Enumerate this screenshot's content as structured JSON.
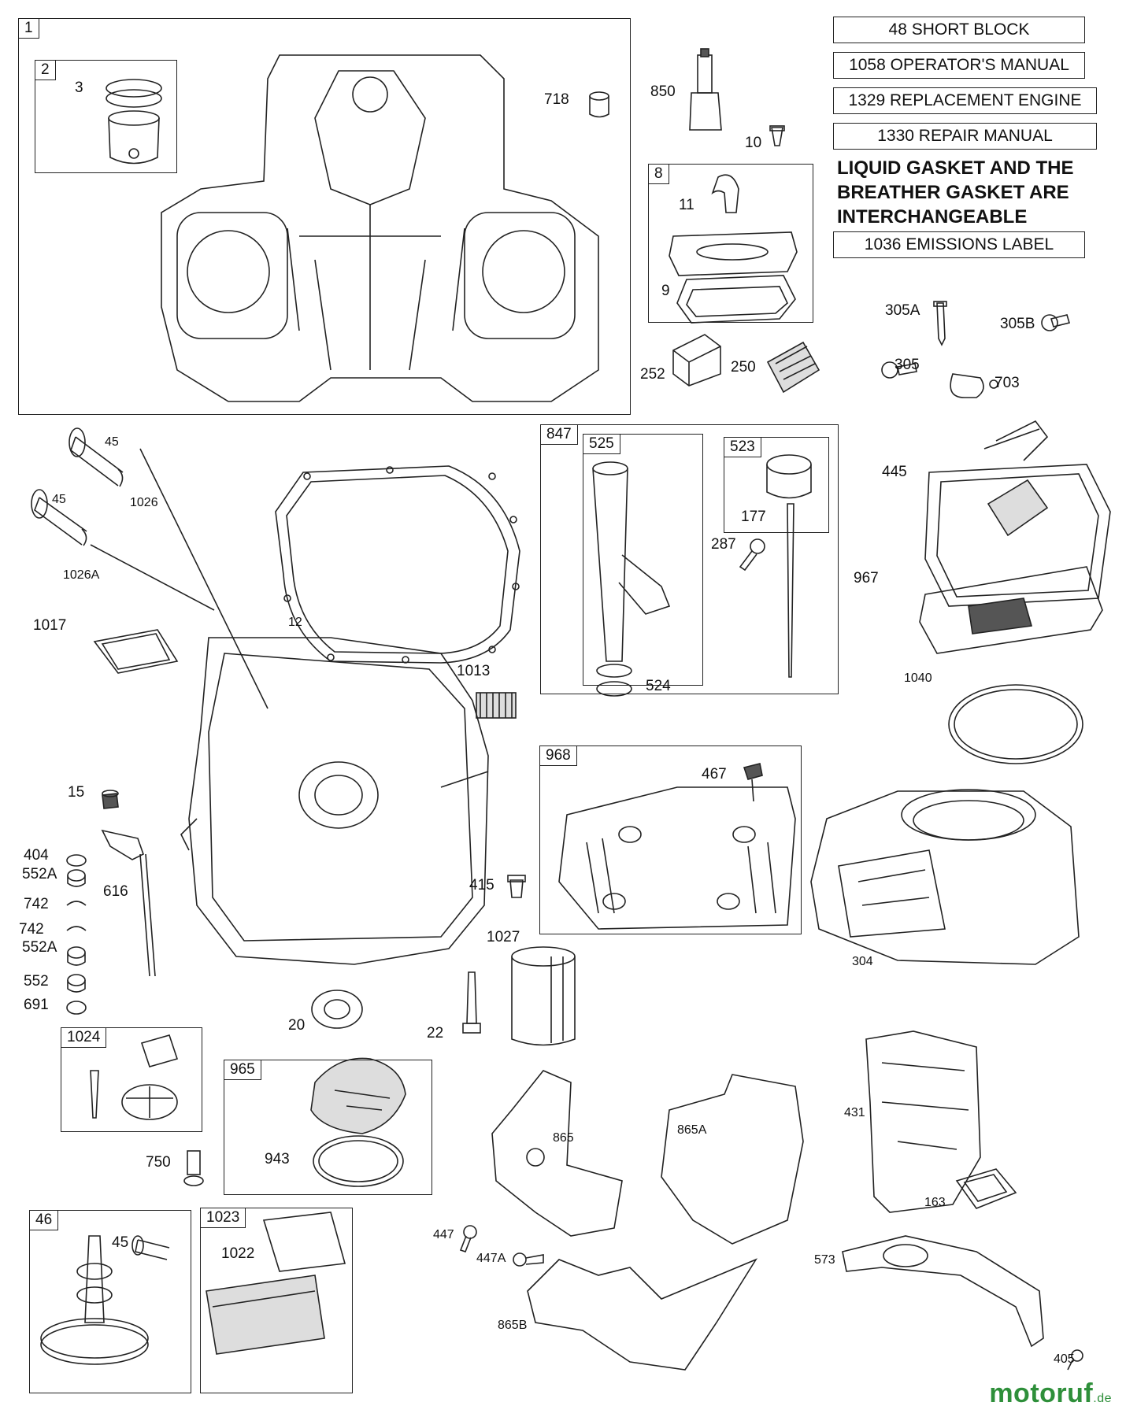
{
  "notes": [
    "48 SHORT BLOCK",
    "1058 OPERATOR'S MANUAL",
    "1329 REPLACEMENT ENGINE",
    "1330 REPAIR MANUAL",
    "1036 EMISSIONS LABEL"
  ],
  "gasket_note": "LIQUID GASKET AND THE BREATHER GASKET ARE INTERCHANGEABLE",
  "box_numbers": [
    "1",
    "2",
    "8",
    "847",
    "525",
    "523",
    "968",
    "1024",
    "965",
    "46",
    "1023"
  ],
  "part_labels": [
    "3",
    "718",
    "850",
    "10",
    "11",
    "9",
    "252",
    "250",
    "305A",
    "305B",
    "305",
    "703",
    "45",
    "1026",
    "45",
    "1026A",
    "12",
    "1017",
    "1013",
    "524",
    "177",
    "287",
    "445",
    "967",
    "1040",
    "467",
    "15",
    "404",
    "552A",
    "616",
    "742",
    "742",
    "552A",
    "552",
    "691",
    "415",
    "1027",
    "20",
    "22",
    "304",
    "750",
    "943",
    "865",
    "865A",
    "431",
    "163",
    "45",
    "1022",
    "447",
    "447A",
    "865B",
    "573",
    "405"
  ],
  "brand": {
    "name": "motoruf",
    "domain": ".de"
  }
}
